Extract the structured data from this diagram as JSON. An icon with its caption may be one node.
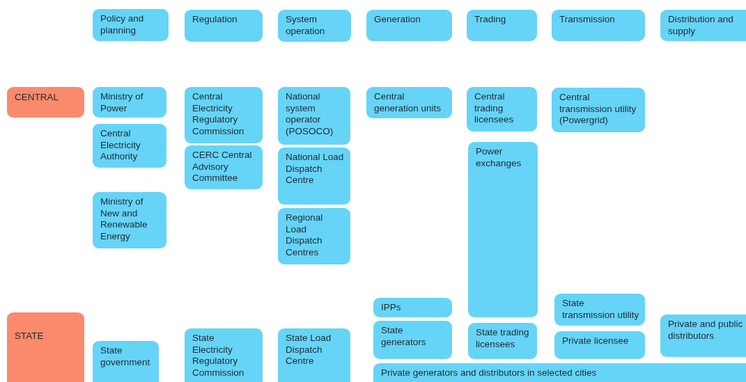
{
  "diagram": {
    "nodes": [
      {
        "text": [
          "Policy and planning"
        ]
      },
      {
        "text": [
          "Regulation"
        ]
      },
      {
        "text": [
          "System operation"
        ]
      },
      {
        "text": [
          "Generation"
        ]
      },
      {
        "text": [
          "Trading"
        ]
      },
      {
        "text": [
          "Transmission"
        ]
      },
      {
        "text": [
          "Distribution and supply"
        ]
      },
      {
        "text": [
          "CENTRAL"
        ]
      },
      {
        "text": [
          "Ministry of Power"
        ]
      },
      {
        "text": [
          "Central Electricity Regulatory Commission"
        ]
      },
      {
        "text": [
          "National system operator (POSOCO)"
        ]
      },
      {
        "text": [
          "Central generation units"
        ]
      },
      {
        "text": [
          "Central trading licensees"
        ]
      },
      {
        "text": [
          "Central transmission utility (Powergrid)"
        ]
      },
      {
        "text": [
          "Central Electricity Authority"
        ]
      },
      {
        "text": [
          "CERC Central Advisory Committee"
        ]
      },
      {
        "text": [
          "National Load Dispatch Centre"
        ]
      },
      {
        "text": [
          "Power exchanges"
        ]
      },
      {
        "text": [
          "Ministry of New and Renewable Energy"
        ]
      },
      {
        "text": [
          "Regional Load Dispatch Centres"
        ]
      },
      {
        "text": [
          "State transmission utility"
        ]
      },
      {
        "text": [
          "IPPs"
        ]
      },
      {
        "text": [
          "STATE"
        ]
      },
      {
        "text": [
          "Private and public distributors"
        ]
      },
      {
        "text": [
          "State generators"
        ]
      },
      {
        "text": [
          "State trading licensees"
        ]
      },
      {
        "text": [
          "Private licensee"
        ]
      },
      {
        "text": [
          "State government"
        ]
      },
      {
        "text": [
          "State Electricity Regulatory Commission"
        ]
      },
      {
        "text": [
          "State Load Dispatch Centre"
        ]
      },
      {
        "text": [
          "Private generators and distributors in selected cities"
        ]
      }
    ]
  }
}
